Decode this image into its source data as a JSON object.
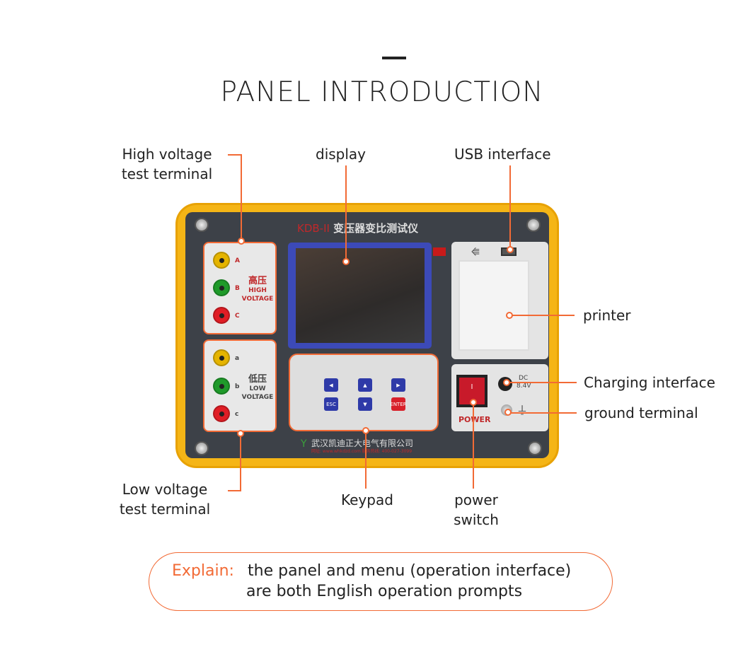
{
  "header": {
    "title": "PANEL INTRODUCTION"
  },
  "device": {
    "model": "KDB-II",
    "name_cn": "变压器变比测试仪",
    "hv": {
      "terminals": [
        "A",
        "B",
        "C"
      ],
      "label_cn": "高压",
      "label_en1": "HIGH",
      "label_en2": "VOLTAGE"
    },
    "lv": {
      "terminals": [
        "a",
        "b",
        "c"
      ],
      "label_cn": "低压",
      "label_en1": "LOW",
      "label_en2": "VOLTAGE"
    },
    "keys": {
      "esc": "ESC",
      "enter": "ENTER"
    },
    "dc": "DC",
    "dc_v": "8.4V",
    "power": "POWER",
    "power_mark": "I",
    "company": "武汉凯迪正大电气有限公司",
    "footer": "网址: www.whkdzd.com  服务热线: 400-027-3099",
    "colors": {
      "frame": "#f5b516",
      "panel": "#3d4148",
      "accent": "#f26a35"
    }
  },
  "callouts": {
    "hv_line1": "High voltage",
    "hv_line2": "test terminal",
    "display": "display",
    "usb": "USB interface",
    "printer": "printer",
    "charging": "Charging interface",
    "ground": "ground terminal",
    "lv_line1": "Low voltage",
    "lv_line2": "test terminal",
    "keypad": "Keypad",
    "power_line1": "power",
    "power_line2": "switch"
  },
  "note": {
    "label": "Explain:",
    "line1": "the panel and menu (operation interface)",
    "line2": "are both English operation prompts"
  }
}
